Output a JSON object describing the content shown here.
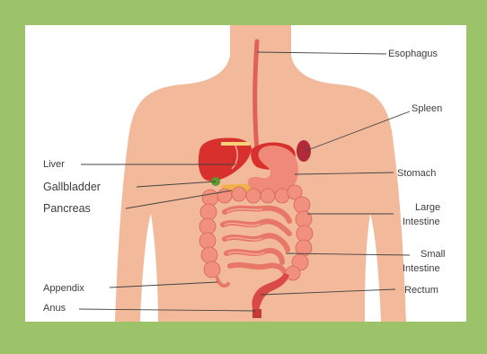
{
  "labels": {
    "esophagus": "Esophagus",
    "spleen": "Spleen",
    "liver": "Liver",
    "gallbladder": "Gallbladder",
    "stomach": "Stomach",
    "pancreas": "Pancreas",
    "large_intestine_1": "Large",
    "large_intestine_2": "Intestine",
    "small_intestine_1": "Small",
    "small_intestine_2": "Intestine",
    "appendix": "Appendix",
    "rectum": "Rectum",
    "anus": "Anus"
  },
  "colors": {
    "frame": "#9cc36a",
    "skin": "#f2b99a",
    "liver": "#d8302c",
    "stomach": "#ef8a7a",
    "intestine": "#f0907d",
    "gallbladder": "#5a9a2e",
    "pancreas": "#f1b24a"
  }
}
